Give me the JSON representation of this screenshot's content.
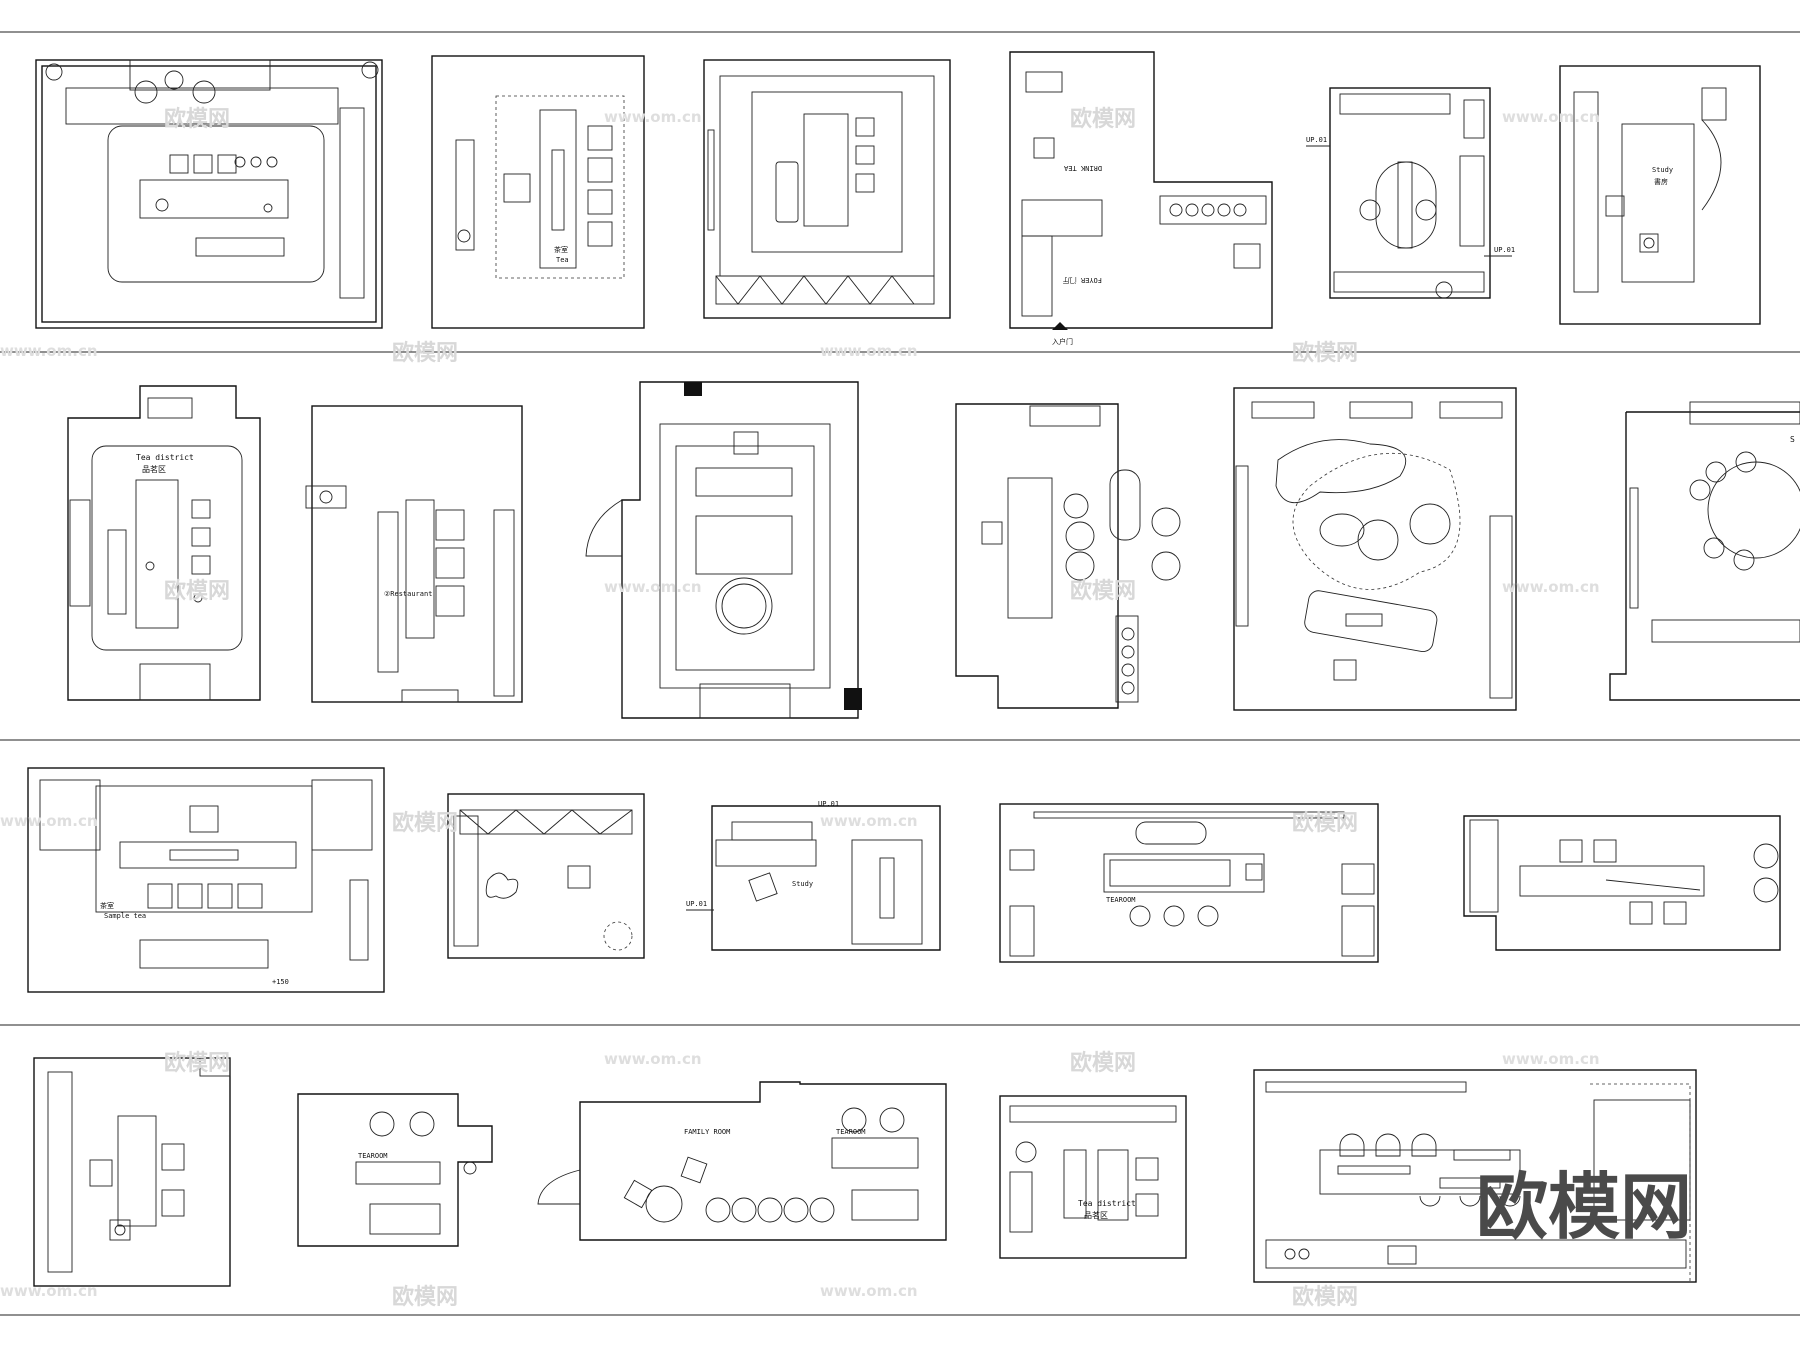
{
  "labels": {
    "entrance": "入户门",
    "foyer": "FOYER 门厅",
    "drink_tea": "DRINK TEA",
    "up_1": "UP.01",
    "up_2": "UP.01",
    "study_en": "Study",
    "study_zh": "書房",
    "tea_district_1": "Tea district",
    "tea_district_zh_1": "品茗区",
    "restaurant": "②Restaurant",
    "tea_room_small": "茶室",
    "tea_small": "Tea",
    "sample_tea_zh": "茶室",
    "sample_tea_en": "Sample tea",
    "level_mark": "+150",
    "up_3": "UP.01",
    "up_4": "UP.01",
    "study_2": "Study",
    "tearoom_1": "TEAROOM",
    "tearoom_2": "TEAROOM",
    "tearoom_3": "TEAROOM",
    "family_room": "FAMILY ROOM",
    "tea_district_2": "Tea district",
    "tea_district_zh_2": "品茗区",
    "s_partial": "S"
  },
  "watermarks": {
    "brand_small": "欧模网",
    "url": "www.om.cn",
    "brand_large": "欧模网"
  },
  "colors": {
    "line": "#111111",
    "watermark": "#d8d8d8",
    "brand": "#4a4a4a"
  }
}
